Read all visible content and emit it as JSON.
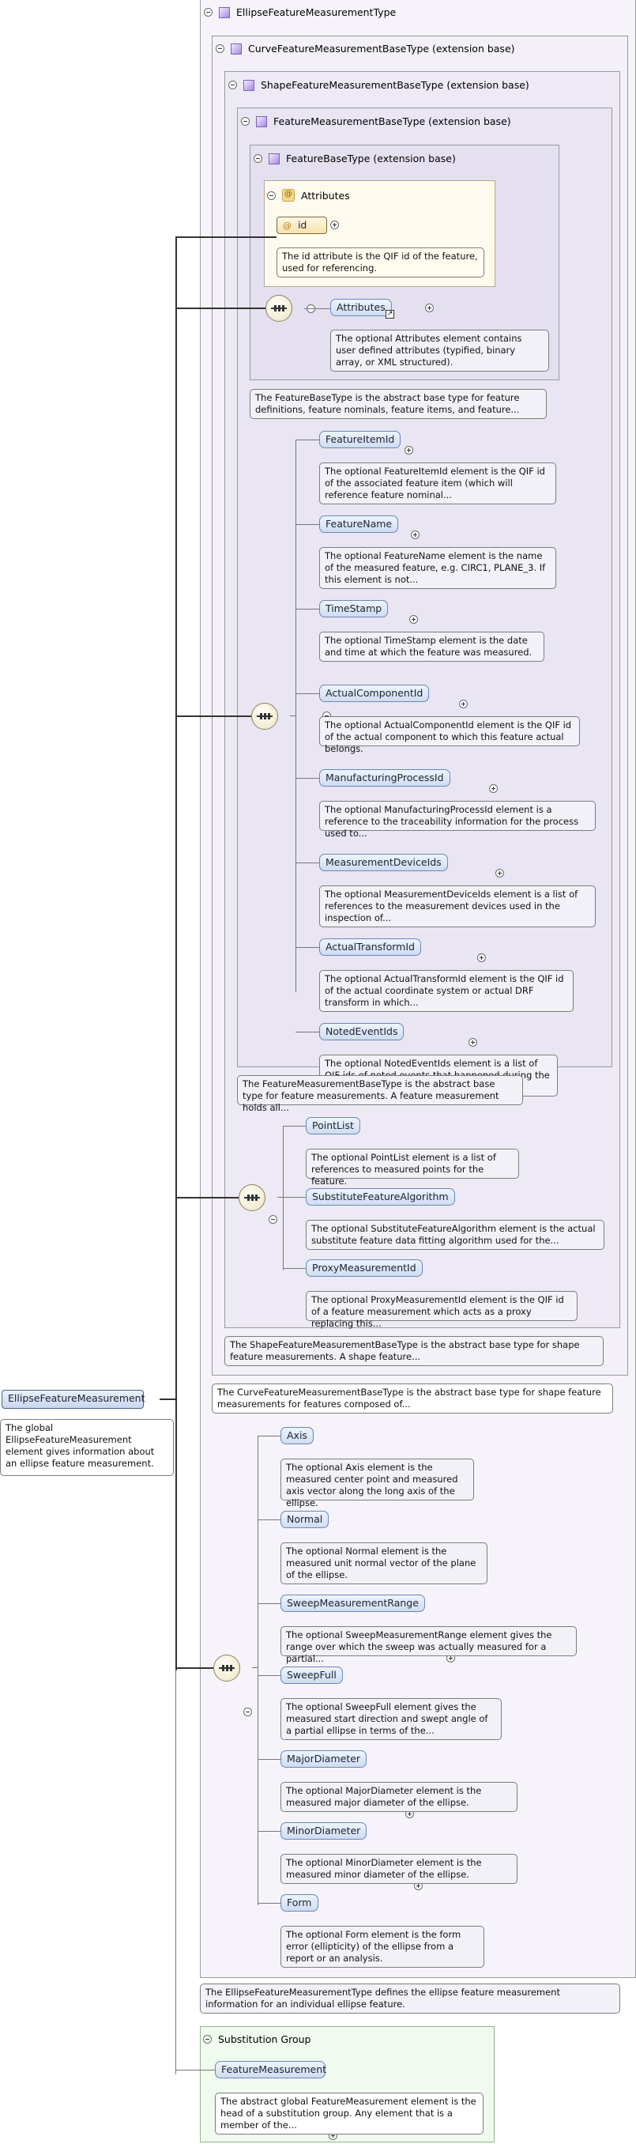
{
  "root": {
    "element": "EllipseFeatureMeasurement",
    "doc": "The global EllipseFeatureMeasurement element gives information about an ellipse feature measurement."
  },
  "types": {
    "ellipse": "EllipseFeatureMeasurementType",
    "curve": "CurveFeatureMeasurementBaseType (extension base)",
    "shape": "ShapeFeatureMeasurementBaseType (extension base)",
    "featmeas": "FeatureMeasurementBaseType (extension base)",
    "featbase": "FeatureBaseType (extension base)"
  },
  "attributes": {
    "title": "Attributes",
    "id_label": "id",
    "id_doc": "The id attribute is the QIF id of the feature, used for referencing."
  },
  "attributes_element": {
    "label": "Attributes",
    "doc": "The optional Attributes element contains user defined attributes (typified, binary array, or XML structured)."
  },
  "type_docs": {
    "featbase": "The FeatureBaseType is the abstract base type for feature definitions, feature nominals, feature items, and feature...",
    "featmeas": "The FeatureMeasurementBaseType is the abstract base type for feature measurements. A feature measurement holds all...",
    "shape": "The ShapeFeatureMeasurementBaseType is the abstract base type for shape feature measurements. A shape feature...",
    "curve": "The CurveFeatureMeasurementBaseType is the abstract base type for shape feature measurements for features composed of...",
    "ellipse": "The EllipseFeatureMeasurementType defines the ellipse feature measurement information for an individual ellipse feature."
  },
  "featmeas_elements": [
    {
      "label": "FeatureItemId",
      "doc": "The optional FeatureItemId element is the QIF id of the associated feature item (which will reference feature nominal..."
    },
    {
      "label": "FeatureName",
      "doc": "The optional FeatureName element is the name of the measured feature, e.g. CIRC1, PLANE_3. If this element is not..."
    },
    {
      "label": "TimeStamp",
      "doc": "The optional TimeStamp element is the date and time at which the feature was measured."
    },
    {
      "label": "ActualComponentId",
      "doc": "The optional ActualComponentId element is the QIF id of the actual component to which this feature actual belongs."
    },
    {
      "label": "ManufacturingProcessId",
      "doc": "The optional ManufacturingProcessId element is a reference to the traceability information for the process used to..."
    },
    {
      "label": "MeasurementDeviceIds",
      "doc": "The optional MeasurementDeviceIds element is a list of references to the measurement devices used in the inspection of..."
    },
    {
      "label": "ActualTransformId",
      "doc": "The optional ActualTransformId element is the QIF id of the actual coordinate system or actual DRF transform in which..."
    },
    {
      "label": "NotedEventIds",
      "doc": "The optional NotedEventIds element is a list of QIF ids of noted events that happened during the measurement of this..."
    }
  ],
  "shape_elements": [
    {
      "label": "PointList",
      "doc": "The optional PointList element is a list of references to measured points for the feature."
    },
    {
      "label": "SubstituteFeatureAlgorithm",
      "doc": "The optional SubstituteFeatureAlgorithm element is the actual substitute feature data fitting algorithm used for the..."
    },
    {
      "label": "ProxyMeasurementId",
      "doc": "The optional ProxyMeasurementId element is the QIF id of a feature measurement which acts as a proxy replacing this..."
    }
  ],
  "ellipse_elements": [
    {
      "label": "Axis",
      "doc": "The optional Axis element is the measured center point and measured axis vector along the long axis of the ellipse."
    },
    {
      "label": "Normal",
      "doc": "The optional Normal element is the measured unit normal vector of the plane of the ellipse."
    },
    {
      "label": "SweepMeasurementRange",
      "doc": "The optional SweepMeasurementRange element gives the range over which the sweep was actually measured for a partial..."
    },
    {
      "label": "SweepFull",
      "doc": "The optional SweepFull element gives the measured start direction and swept angle of a partial ellipse in terms of the..."
    },
    {
      "label": "MajorDiameter",
      "doc": "The optional MajorDiameter element is the measured major diameter of the ellipse."
    },
    {
      "label": "MinorDiameter",
      "doc": "The optional MinorDiameter element is the measured minor diameter of the ellipse."
    },
    {
      "label": "Form",
      "doc": "The optional Form element is the form error (ellipticity) of the ellipse from a report or an analysis."
    }
  ],
  "substitution": {
    "title": "Substitution Group",
    "element": "FeatureMeasurement",
    "doc": "The abstract global FeatureMeasurement element is the head of a substitution group. Any element that is a member of the..."
  },
  "colors": {
    "type_box_bg": "#ece8f4",
    "attr_box_bg": "#fffaee",
    "subst_box_bg": "#f0faee",
    "element_fill": "#dbe6f6"
  }
}
